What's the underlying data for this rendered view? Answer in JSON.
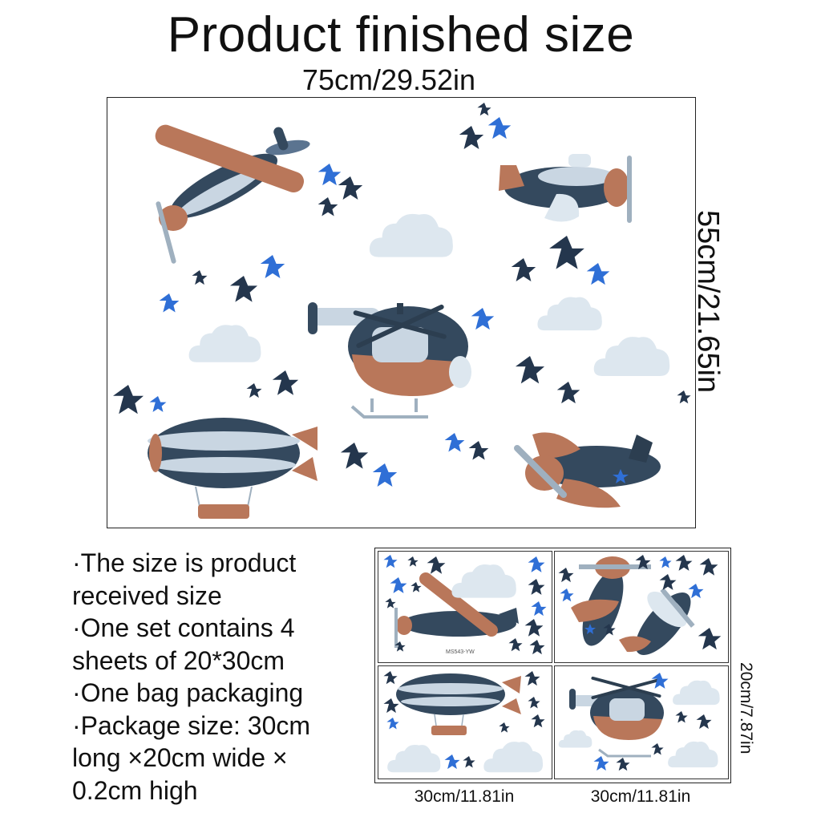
{
  "title": "Product finished size",
  "width_label": "75cm/29.52in",
  "height_label": "55cm/21.65in",
  "notes": [
    "·The size is product\nreceived size",
    "·One set contains 4\nsheets of 20*30cm",
    "·One bag packaging",
    "·Package size: 30cm\nlong ×20cm wide ×\n0.2cm high"
  ],
  "sheet_width_label_1": "30cm/11.81in",
  "sheet_width_label_2": "30cm/11.81in",
  "sheet_height_label": "20cm/7.87in",
  "sheet_code": "MS543-YW",
  "colors": {
    "navy": "#34495e",
    "navy_dark": "#2c3e50",
    "rust": "#b9775a",
    "cloud": "#dde7ef",
    "star_blue": "#2f6fd6",
    "star_navy": "#24364d"
  }
}
